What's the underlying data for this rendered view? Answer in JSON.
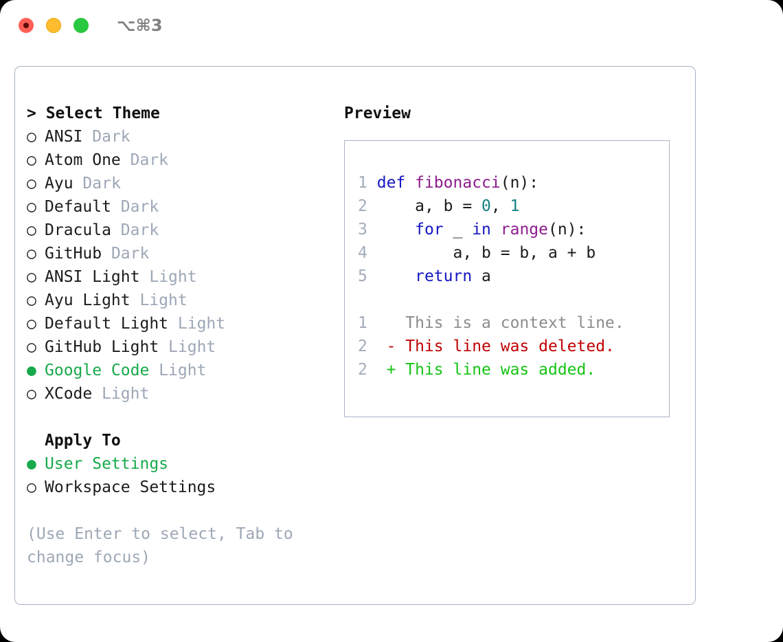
{
  "titlebar": {
    "traffic_lights": [
      "close-red",
      "minimize-yellow",
      "zoom-green"
    ],
    "shortcut": "⌥⌘3"
  },
  "theme_picker": {
    "header": "> Select Theme",
    "marker_unselected": "○",
    "marker_selected": "●",
    "items": [
      {
        "name": "ANSI",
        "tag": "Dark",
        "selected": false
      },
      {
        "name": "Atom One",
        "tag": "Dark",
        "selected": false
      },
      {
        "name": "Ayu",
        "tag": "Dark",
        "selected": false
      },
      {
        "name": "Default",
        "tag": "Dark",
        "selected": false
      },
      {
        "name": "Dracula",
        "tag": "Dark",
        "selected": false
      },
      {
        "name": "GitHub",
        "tag": "Dark",
        "selected": false
      },
      {
        "name": "ANSI Light",
        "tag": "Light",
        "selected": false
      },
      {
        "name": "Ayu Light",
        "tag": "Light",
        "selected": false
      },
      {
        "name": "Default Light",
        "tag": "Light",
        "selected": false
      },
      {
        "name": "GitHub Light",
        "tag": "Light",
        "selected": false
      },
      {
        "name": "Google Code",
        "tag": "Light",
        "selected": true
      },
      {
        "name": "XCode",
        "tag": "Light",
        "selected": false
      }
    ]
  },
  "apply_to": {
    "header": "Apply To",
    "items": [
      {
        "name": "User Settings",
        "selected": true
      },
      {
        "name": "Workspace Settings",
        "selected": false
      }
    ]
  },
  "hint": "(Use Enter to select, Tab to change focus)",
  "preview": {
    "title": "Preview",
    "code_lines": [
      {
        "num": "1",
        "tokens": [
          {
            "t": "def ",
            "c": "kw"
          },
          {
            "t": "fibonacci",
            "c": "fn"
          },
          {
            "t": "(n):",
            "c": "plain"
          }
        ]
      },
      {
        "num": "2",
        "tokens": [
          {
            "t": "    a, b = ",
            "c": "plain"
          },
          {
            "t": "0",
            "c": "num"
          },
          {
            "t": ", ",
            "c": "plain"
          },
          {
            "t": "1",
            "c": "num"
          }
        ]
      },
      {
        "num": "3",
        "tokens": [
          {
            "t": "    ",
            "c": "plain"
          },
          {
            "t": "for",
            "c": "kw"
          },
          {
            "t": " _ ",
            "c": "plain"
          },
          {
            "t": "in",
            "c": "kw"
          },
          {
            "t": " ",
            "c": "plain"
          },
          {
            "t": "range",
            "c": "fn"
          },
          {
            "t": "(n):",
            "c": "plain"
          }
        ]
      },
      {
        "num": "4",
        "tokens": [
          {
            "t": "        a, b = b, a + b",
            "c": "plain"
          }
        ]
      },
      {
        "num": "5",
        "tokens": [
          {
            "t": "    ",
            "c": "plain"
          },
          {
            "t": "return",
            "c": "kw"
          },
          {
            "t": " a",
            "c": "plain"
          }
        ]
      }
    ],
    "diff_lines": [
      {
        "num": "1",
        "marker": " ",
        "text": " This is a context line.",
        "kind": "context"
      },
      {
        "num": "2",
        "marker": "-",
        "text": " This line was deleted.",
        "kind": "deleted"
      },
      {
        "num": "2",
        "marker": "+",
        "text": " This line was added.",
        "kind": "added"
      }
    ]
  },
  "colors": {
    "accent_green": "#17a94a",
    "muted": "#9da7b6",
    "border": "#aab4c4",
    "keyword": "#1515c2",
    "function": "#8d1b8d",
    "number": "#128080",
    "diff_deleted": "#c00000",
    "diff_added": "#13c413",
    "diff_context": "#8c8c8c"
  }
}
